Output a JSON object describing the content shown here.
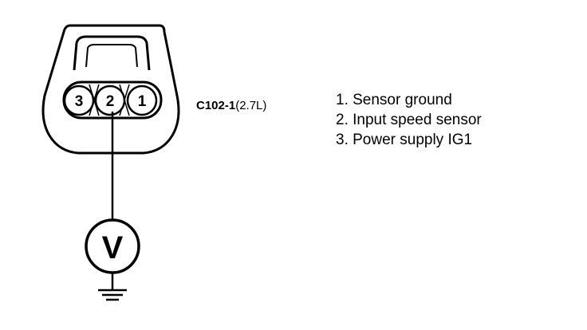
{
  "connector": {
    "code": "C102-1",
    "variant": "(2.7L)",
    "pins": [
      "3",
      "2",
      "1"
    ]
  },
  "meter": {
    "symbol": "V"
  },
  "legend": [
    "1. Sensor ground",
    "2. Input speed sensor",
    "3. Power supply IG1"
  ],
  "colors": {
    "ink": "#000000",
    "background": "#ffffff"
  }
}
